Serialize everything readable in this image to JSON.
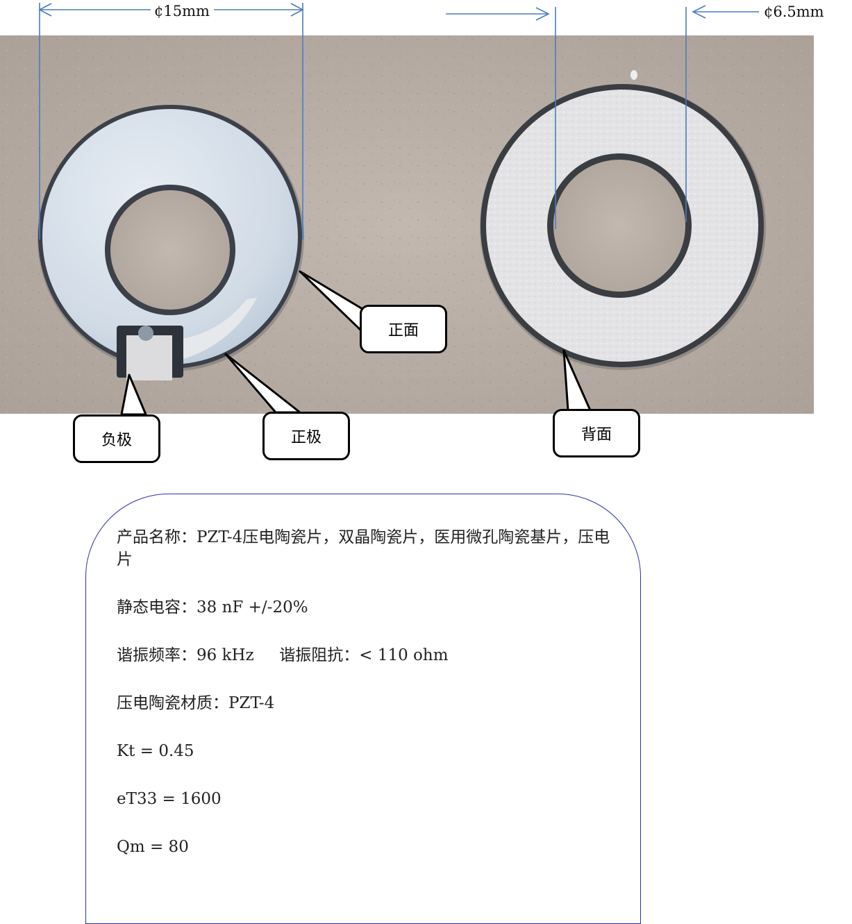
{
  "dimensions": {
    "outer_diameter": "¢15mm",
    "inner_diameter": "¢6.5mm"
  },
  "callouts": {
    "front_face": "正面",
    "negative_pole": "负极",
    "positive_pole": "正极",
    "back_face": "背面"
  },
  "colors": {
    "dimension_line": "#4a7cc0",
    "info_box_border": "#2a2fb0",
    "background_surface": "#b8aca3"
  },
  "info": {
    "product_name": "产品名称：PZT-4压电陶瓷片，双晶陶瓷片，医用微孔陶瓷基片，压电片",
    "static_capacitance": "静态电容：38 nF +/-20%",
    "resonance": "谐振频率：96 kHz     谐振阻抗：< 110 ohm",
    "material": "压电陶瓷材质：PZT-4",
    "kt": "Kt = 0.45",
    "et33": "eT33 = 1600",
    "qm": "Qm = 80"
  }
}
